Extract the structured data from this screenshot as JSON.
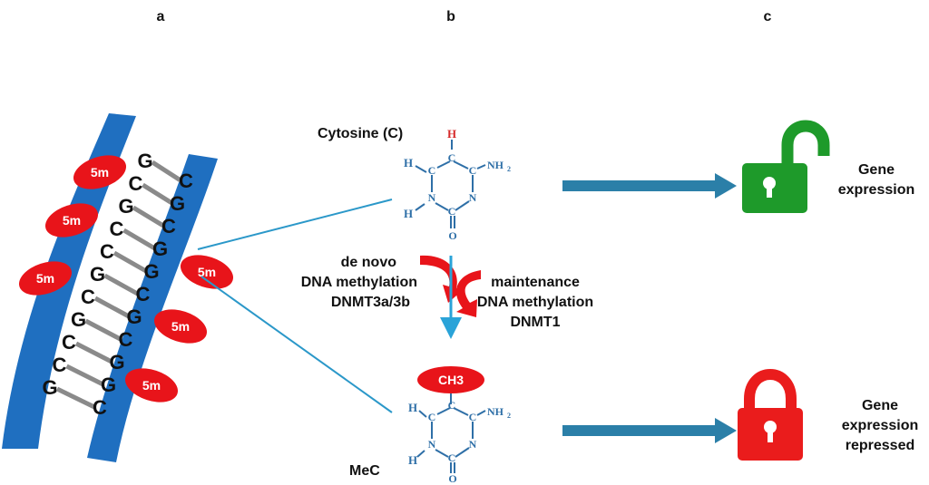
{
  "panels": {
    "a": "a",
    "b": "b",
    "c": "c"
  },
  "methyl_tag": "5m",
  "dna": {
    "left_bases": [
      "G",
      "C",
      "G",
      "C",
      "C",
      "G",
      "C",
      "G",
      "C",
      "C",
      "G"
    ],
    "right_bases": [
      "C",
      "G",
      "C",
      "G",
      "G",
      "C",
      "G",
      "C",
      "G",
      "G",
      "C"
    ]
  },
  "cytosine_label": "Cytosine (C)",
  "mec_label": "MeC",
  "ch3_label": "CH3",
  "molecule": {
    "h_top": "H",
    "h_left": "H",
    "h_bottom_left": "H",
    "c": "C",
    "n": "N",
    "o": "O",
    "nh2": "NH",
    "sub2": "2"
  },
  "denovo": {
    "line1": "de novo",
    "line2": "DNA methylation",
    "line3": "DNMT3a/3b"
  },
  "maintenance": {
    "line1": "maintenance",
    "line2": "DNA methylation",
    "line3": "DNMT1"
  },
  "outcome_top": {
    "line1": "Gene",
    "line2": "expression"
  },
  "outcome_bottom": {
    "line1": "Gene",
    "line2": "expression",
    "line3": "repressed"
  },
  "colors": {
    "strand": "#1f6fc0",
    "methyl": "#e8141a",
    "arrow_flow": "#2b7fa8",
    "arrow_down": "#2aa3d8",
    "lock_open": "#1e9a2a",
    "lock_closed": "#ea1c1c",
    "molecule": "#2e6fa7",
    "h_highlight": "#d62a2a"
  }
}
